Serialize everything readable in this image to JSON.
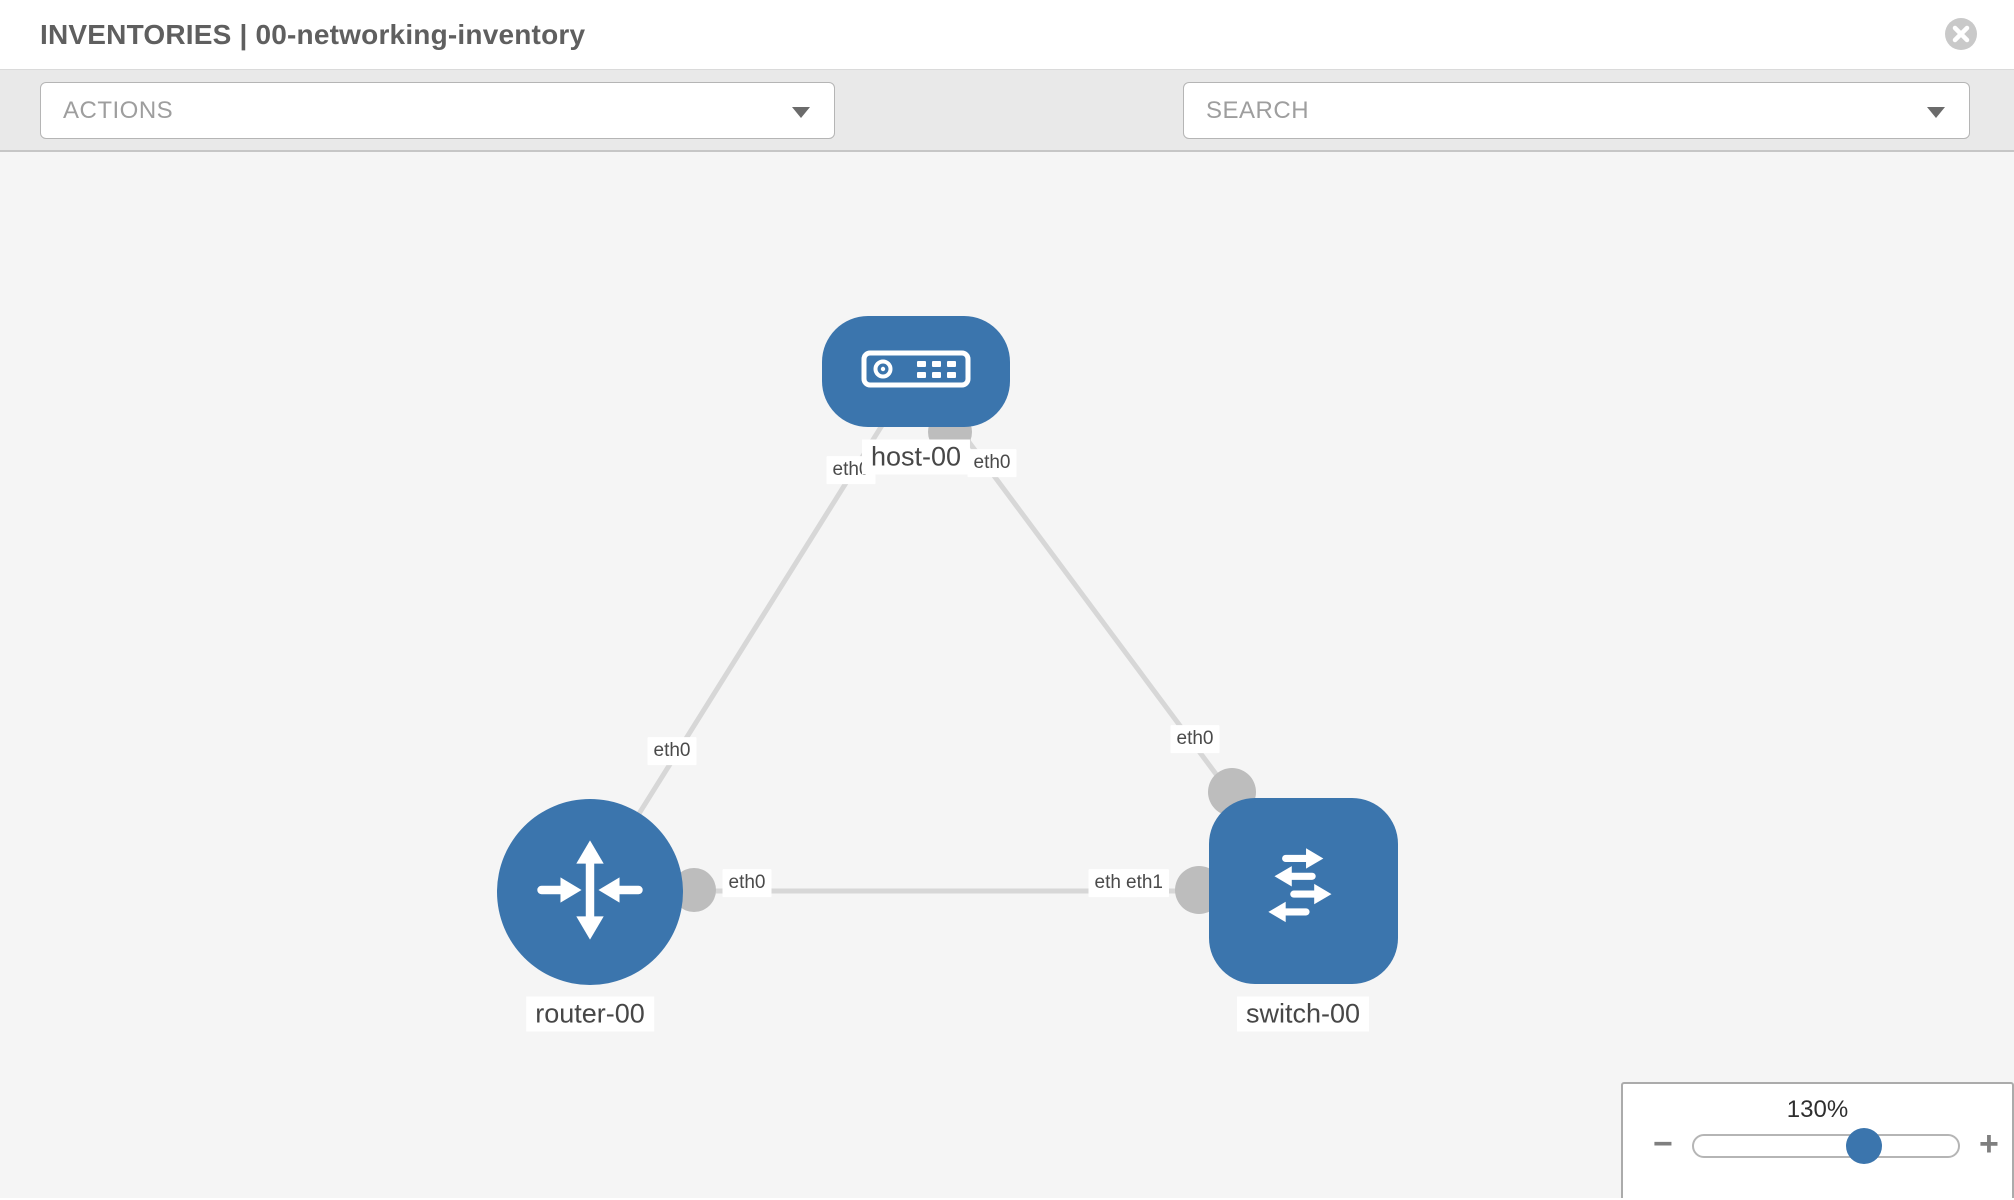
{
  "header": {
    "title": "INVENTORIES | 00-networking-inventory",
    "close_glyph": "✕"
  },
  "toolbar": {
    "actions_placeholder": "ACTIONS",
    "search_placeholder": "SEARCH"
  },
  "topology": {
    "nodes": [
      {
        "id": "host-00",
        "type": "host",
        "label": "host-00"
      },
      {
        "id": "router-00",
        "type": "router",
        "label": "router-00"
      },
      {
        "id": "switch-00",
        "type": "switch",
        "label": "switch-00"
      }
    ],
    "links": [
      {
        "source": "host-00",
        "source_interface": "eth0",
        "target": "router-00",
        "target_interface": "eth0"
      },
      {
        "source": "host-00",
        "source_interface": "eth0",
        "target": "switch-00",
        "target_interface": "eth0"
      },
      {
        "source": "router-00",
        "source_interface": "eth0",
        "target": "switch-00",
        "target_interface": "eth1"
      }
    ],
    "interface_labels": [
      {
        "text": "eth0",
        "position": "host-00 end of host-router link"
      },
      {
        "text": "eth0",
        "position": "host-00 end of host-switch link"
      },
      {
        "text": "eth0",
        "position": "router-00 end of host-router link"
      },
      {
        "text": "eth0",
        "position": "switch-00 end of host-switch link"
      },
      {
        "text": "eth0",
        "position": "router-00 end of router-switch link"
      },
      {
        "text": "eth0",
        "position": "switch-00 end of router-switch link (behind)"
      },
      {
        "text": "eth1",
        "position": "switch-00 end of router-switch link (front)"
      }
    ]
  },
  "zoom_control": {
    "value": "130%",
    "minus_glyph": "−",
    "plus_glyph": "+",
    "slider_percent": 65
  },
  "colors": {
    "node_blue": "#3b75ad",
    "link_gray": "#d7d7d7",
    "interface_dot_gray": "#bdbdbd",
    "canvas_bg": "#f5f5f5"
  }
}
